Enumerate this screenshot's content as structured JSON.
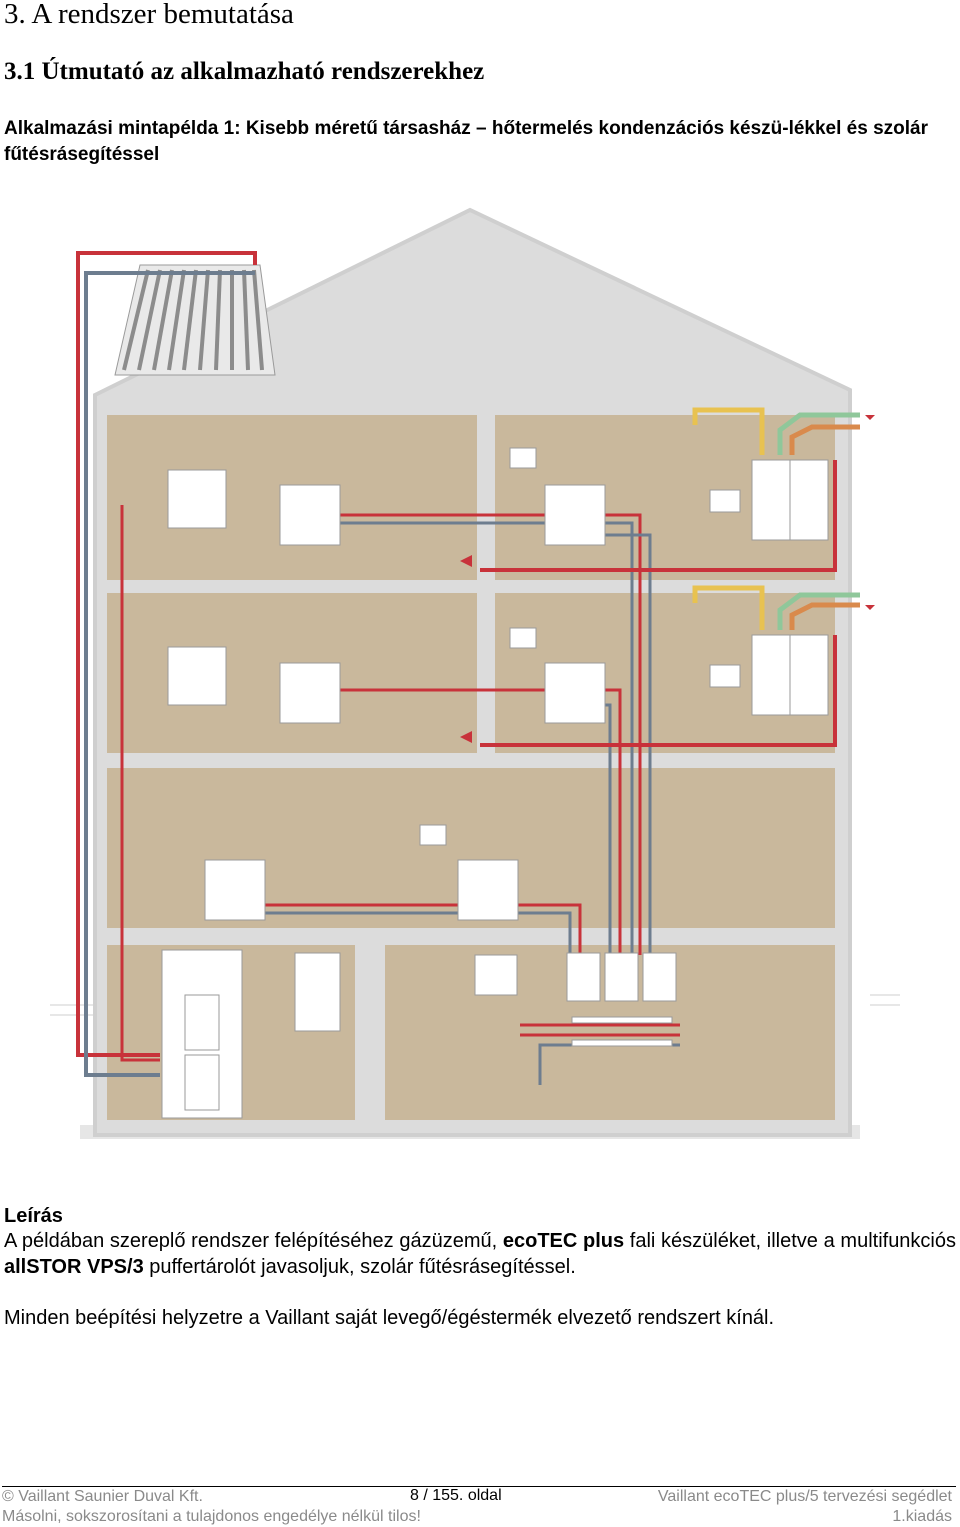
{
  "heading": {
    "chapter": "3. A rendszer bemutatása",
    "section": "3.1 Útmutató az alkalmazható rendszerekhez",
    "example_title": "Alkalmazási mintapélda 1: Kisebb méretű társasház – hőtermelés kondenzációs készü-lékkel és szolár fűtésrásegítéssel"
  },
  "description": {
    "title": "Leírás",
    "p1_a": "A példában szereplő rendszer felépítéséhez gázüzemű, ",
    "p1_b": "ecoTEC plus",
    "p1_c": " fali készüléket, illetve a multifunkciós ",
    "p1_d": "allSTOR VPS/3",
    "p1_e": " puffertárolót javasoljuk, szolár fűtésrásegítéssel.",
    "p2": "Minden beépítési helyzetre a Vaillant saját levegő/égéstermék elvezető rendszert kínál."
  },
  "footer": {
    "company": "© Vaillant Saunier Duval Kft.",
    "page": "8 / 155. oldal",
    "doc": "Vaillant ecoTEC plus/5 tervezési segédlet",
    "copyright": "Másolni, sokszorosítani a tulajdonos engedélye nélkül tilos!",
    "edition": "1.kiadás"
  },
  "colors": {
    "wall": "#c9b89c",
    "frame": "#d6d6d6",
    "hot_pipe": "#c8323a",
    "cold_pipe": "#6d7d8f",
    "gas_pipe": "#e8c250",
    "flue_green": "#8fc79a",
    "flue_orange": "#d98a4c"
  }
}
